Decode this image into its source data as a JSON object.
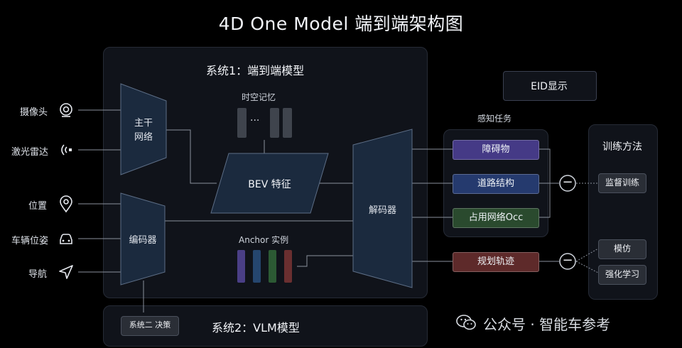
{
  "title": "4D One Model 端到端架构图",
  "system1": {
    "title": "系统1：端到端模型"
  },
  "system2": {
    "title": "系统2：VLM模型",
    "box_label": "系统二 决策"
  },
  "eid": {
    "label": "EID显示"
  },
  "inputs": [
    {
      "label": "摄像头",
      "icon": "camera-icon"
    },
    {
      "label": "激光雷达",
      "icon": "lidar-icon"
    },
    {
      "label": "位置",
      "icon": "location-pin-icon"
    },
    {
      "label": "车辆位姿",
      "icon": "car-icon"
    },
    {
      "label": "导航",
      "icon": "navigation-arrow-icon"
    }
  ],
  "backbone": {
    "line1": "主干",
    "line2": "网络"
  },
  "encoder": {
    "label": "编码器"
  },
  "memory": {
    "label": "时空记忆",
    "dots": "···"
  },
  "bev": {
    "label": "BEV 特征"
  },
  "anchor": {
    "label": "Anchor 实例"
  },
  "decoder": {
    "label": "解码器"
  },
  "perception": {
    "title": "感知任务",
    "items": [
      {
        "label": "障碍物",
        "color": "#453a86"
      },
      {
        "label": "道路结构",
        "color": "#253a6e"
      },
      {
        "label": "占用网络Occ",
        "color": "#2a4a2e"
      }
    ]
  },
  "planning": {
    "label": "规划轨迹",
    "color": "#5e2a2a"
  },
  "training": {
    "title": "训练方法",
    "supervised": "监督训练",
    "imitation": "模仿",
    "rl": "强化学习"
  },
  "minus_symbol": "−",
  "watermark": {
    "text": "公众号 · 智能车参考",
    "icon": "wechat-icon"
  },
  "colors": {
    "background": "#000000",
    "panel": "#10131a",
    "module": "#1b2a3e",
    "anchor_bars": [
      "#4a3f86",
      "#25466e",
      "#2c5a34",
      "#6a2f30"
    ]
  }
}
